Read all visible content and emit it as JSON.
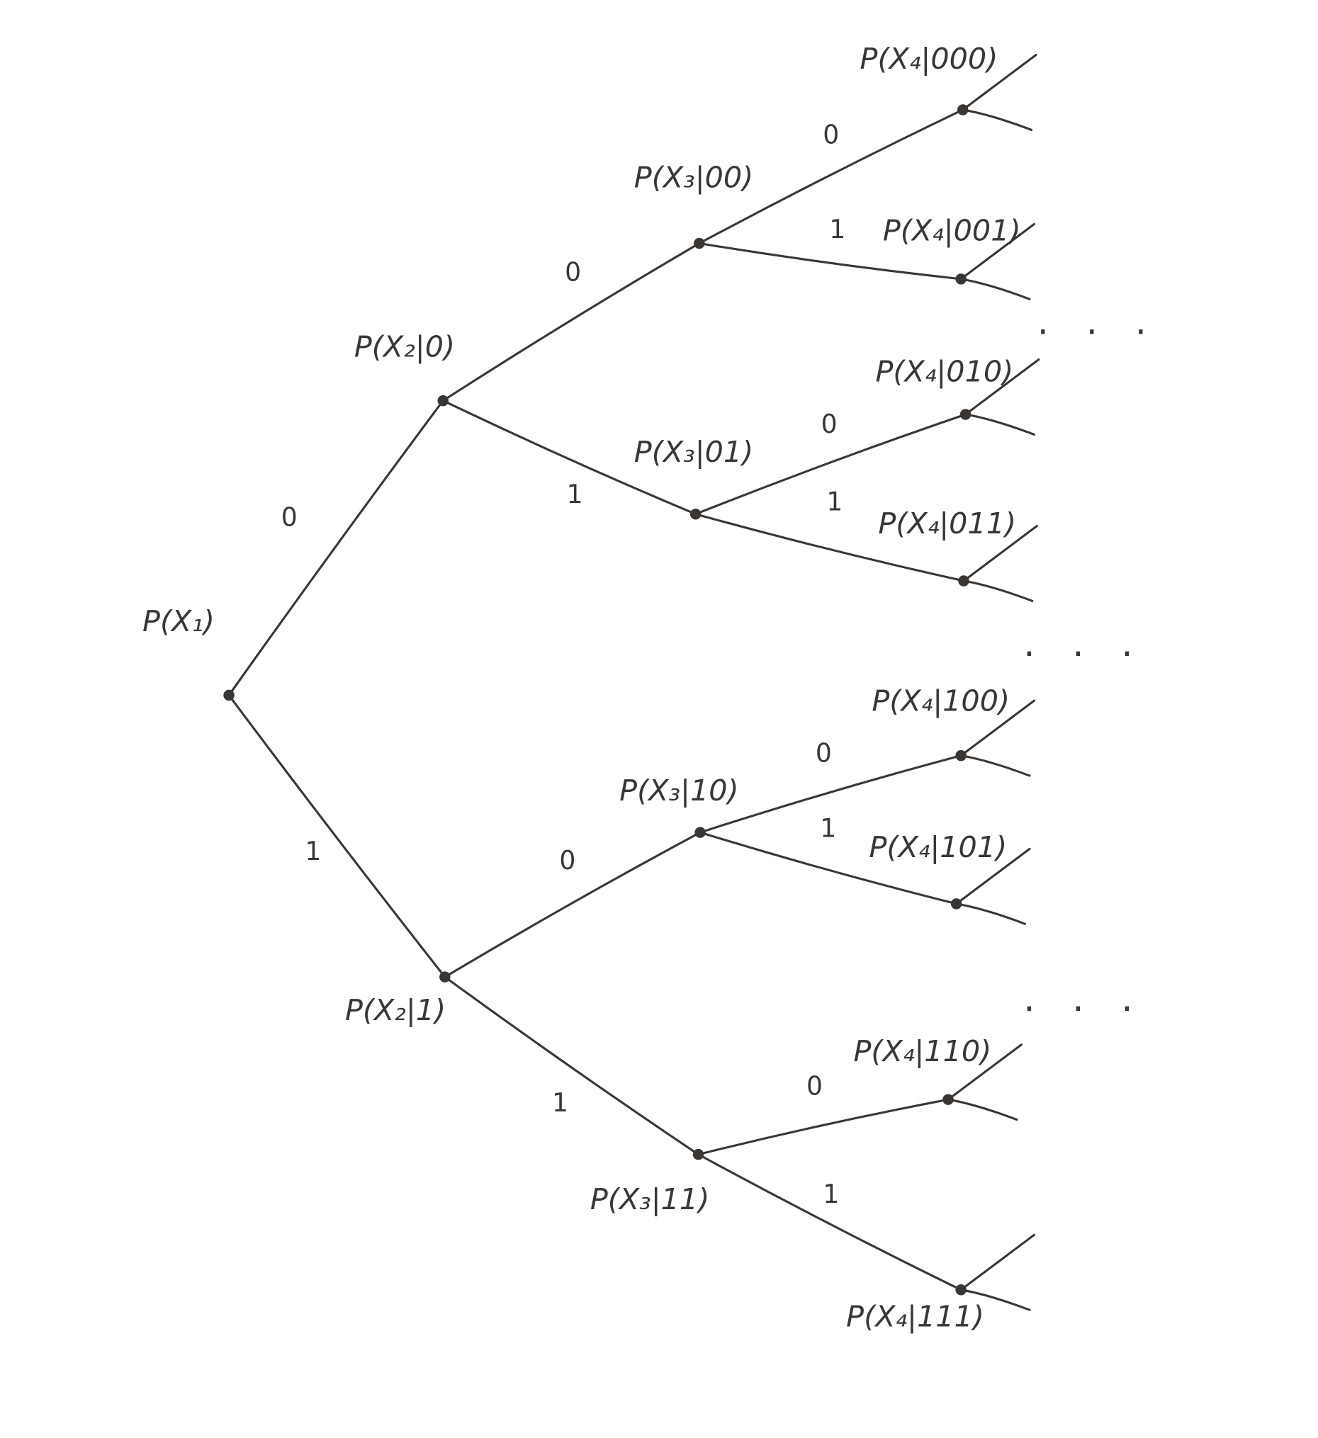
{
  "diagram": {
    "type": "binary probability tree",
    "nodes": [
      {
        "id": "root",
        "label": "P(X₁)"
      },
      {
        "id": "0",
        "label": "P(X₂|0)"
      },
      {
        "id": "1",
        "label": "P(X₂|1)"
      },
      {
        "id": "00",
        "label": "P(X₃|00)"
      },
      {
        "id": "01",
        "label": "P(X₃|01)"
      },
      {
        "id": "10",
        "label": "P(X₃|10)"
      },
      {
        "id": "11",
        "label": "P(X₃|11)"
      },
      {
        "id": "000",
        "label": "P(X₄|000)"
      },
      {
        "id": "001",
        "label": "P(X₄|001)"
      },
      {
        "id": "010",
        "label": "P(X₄|010)"
      },
      {
        "id": "011",
        "label": "P(X₄|011)"
      },
      {
        "id": "100",
        "label": "P(X₄|100)"
      },
      {
        "id": "101",
        "label": "P(X₄|101)"
      },
      {
        "id": "110",
        "label": "P(X₄|110)"
      },
      {
        "id": "111",
        "label": "P(X₄|111)"
      }
    ],
    "edges": [
      {
        "from": "root",
        "to": "0",
        "label": "0"
      },
      {
        "from": "root",
        "to": "1",
        "label": "1"
      },
      {
        "from": "0",
        "to": "00",
        "label": "0"
      },
      {
        "from": "0",
        "to": "01",
        "label": "1"
      },
      {
        "from": "1",
        "to": "10",
        "label": "0"
      },
      {
        "from": "1",
        "to": "11",
        "label": "1"
      },
      {
        "from": "00",
        "to": "000",
        "label": "0"
      },
      {
        "from": "00",
        "to": "001",
        "label": "1"
      },
      {
        "from": "01",
        "to": "010",
        "label": "0"
      },
      {
        "from": "01",
        "to": "011",
        "label": "1"
      },
      {
        "from": "10",
        "to": "100",
        "label": "0"
      },
      {
        "from": "10",
        "to": "101",
        "label": "1"
      },
      {
        "from": "11",
        "to": "110",
        "label": "0"
      },
      {
        "from": "11",
        "to": "111",
        "label": "1"
      }
    ],
    "ellipsis": ". . ."
  }
}
